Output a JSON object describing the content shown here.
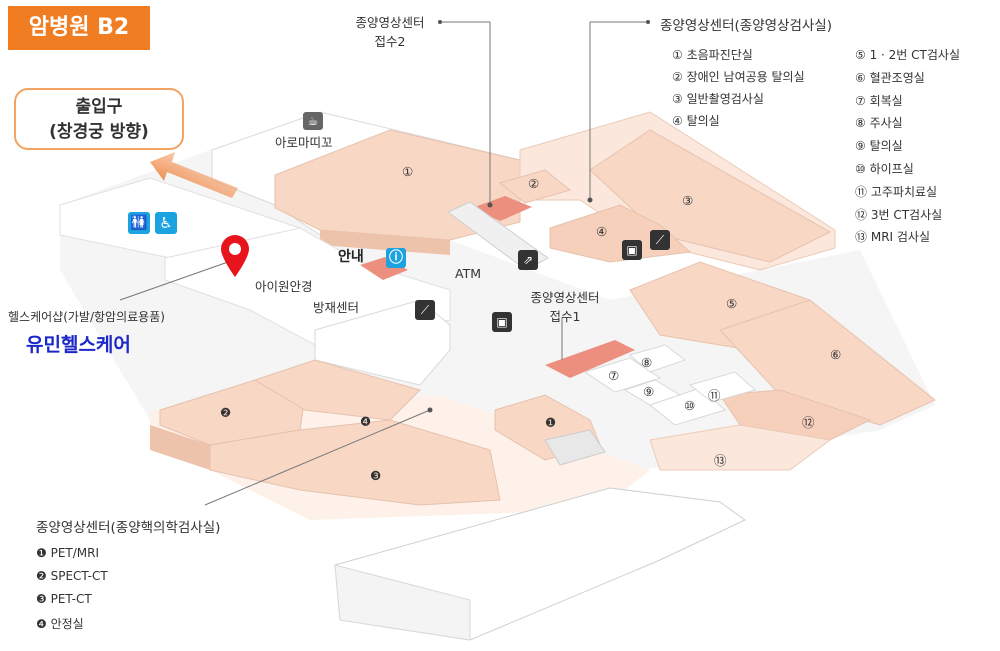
{
  "floor": "암병원 B2",
  "exit": {
    "line1": "출입구",
    "line2": "(창경궁 방향)"
  },
  "callouts": {
    "reception2": {
      "line1": "종양영상센터",
      "line2": "접수2"
    },
    "reception1": {
      "line1": "종양영상센터",
      "line2": "접수1"
    }
  },
  "places": {
    "cafe": "아로마띠꼬",
    "info": "안내",
    "atm": "ATM",
    "optician": "아이원안경",
    "disaster": "방재센터"
  },
  "shop": {
    "type": "헬스케어샵(가발/항암의료용품)",
    "name": "유민헬스케어"
  },
  "legend_imaging": {
    "title": "종양영상센터(종양영상검사실)",
    "items": [
      {
        "num": "①",
        "label": "초음파진단실"
      },
      {
        "num": "②",
        "label": "장애인 남여공용 탈의실"
      },
      {
        "num": "③",
        "label": "일반촬영검사실"
      },
      {
        "num": "④",
        "label": "탈의실"
      },
      {
        "num": "⑤",
        "label": "1 · 2번 CT검사실"
      },
      {
        "num": "⑥",
        "label": "혈관조영실"
      },
      {
        "num": "⑦",
        "label": "회복실"
      },
      {
        "num": "⑧",
        "label": "주사실"
      },
      {
        "num": "⑨",
        "label": "탈의실"
      },
      {
        "num": "⑩",
        "label": "하이프실"
      },
      {
        "num": "⑪",
        "label": "고주파치료실"
      },
      {
        "num": "⑫",
        "label": "3번 CT검사실"
      },
      {
        "num": "⑬",
        "label": "MRI 검사실"
      }
    ]
  },
  "legend_nuclear": {
    "title": "종양영상센터(종양핵의학검사실)",
    "items": [
      {
        "num": "❶",
        "label": "PET/MRI"
      },
      {
        "num": "❷",
        "label": "SPECT-CT"
      },
      {
        "num": "❸",
        "label": "PET-CT"
      },
      {
        "num": "❹",
        "label": "안정실"
      }
    ]
  },
  "room_numbers": {
    "r1": "①",
    "r2": "②",
    "r3": "③",
    "r4": "④",
    "r5": "⑤",
    "r6": "⑥",
    "r7": "⑦",
    "r8": "⑧",
    "r9": "⑨",
    "r10": "⑩",
    "r11": "⑪",
    "r12": "⑫",
    "r13": "⑬",
    "n1": "❶",
    "n2": "❷",
    "n3": "❸",
    "n4": "❹"
  },
  "colors": {
    "accent": "#f07d22",
    "room_fill": "#f7dccb",
    "room_light": "#fbeee5",
    "highlight": "#ec8f7f",
    "blue_icon": "#1aa3e0",
    "pin": "#e8141c",
    "shop_name": "#1b27c8"
  },
  "icons": [
    "toilet-icon",
    "accessible-icon",
    "info-icon",
    "escalator-icon",
    "cafe-icon",
    "stairs-icon",
    "elevator-icon",
    "location-pin-icon"
  ]
}
